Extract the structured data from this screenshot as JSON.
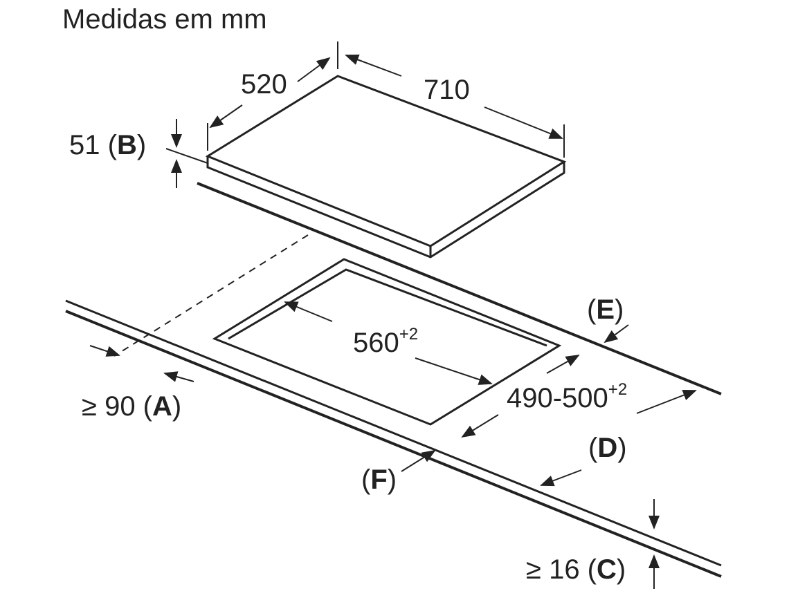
{
  "title": "Medidas em mm",
  "dimensions": {
    "depth": "520",
    "width": "710",
    "height_value": "51",
    "height_ref": "B",
    "cutout_width": "560",
    "cutout_width_tol": "+2",
    "cutout_depth": "490-500",
    "cutout_depth_tol": "+2",
    "min_back_value": "≥ 90",
    "min_back_ref": "A",
    "min_thickness_value": "≥ 16",
    "min_thickness_ref": "C",
    "ref_d": "D",
    "ref_e": "E",
    "ref_f": "F"
  }
}
